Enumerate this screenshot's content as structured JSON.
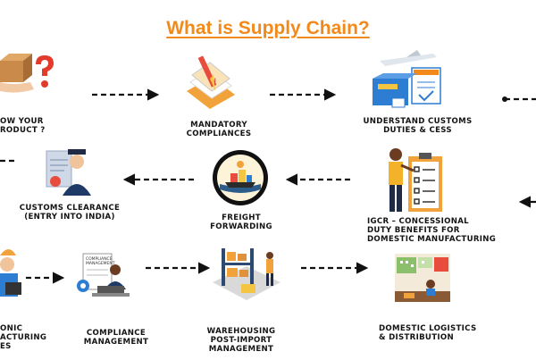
{
  "title": "What is Supply Chain?",
  "steps": [
    {
      "line1": "OW YOUR",
      "line2": "RODUCT ?"
    },
    {
      "line1": "MANDATORY",
      "line2": "COMPLIANCES"
    },
    {
      "line1": "UNDERSTAND CUSTOMS",
      "line2": "DUTIES & CESS"
    },
    {
      "line1": "IGCR – CONCESSIONAL",
      "line2": "DUTY BENEFITS FOR",
      "line3": "DOMESTIC MANUFACTURING"
    },
    {
      "line1": "FREIGHT",
      "line2": "FORWARDING"
    },
    {
      "line1": "CUSTOMS CLEARANCE",
      "line2": "(ENTRY INTO INDIA)"
    },
    {
      "line1": "ONIC",
      "line2": "ACTURING",
      "line3": "ES"
    },
    {
      "line1": "COMPLIANCE",
      "line2": "MANAGEMENT"
    },
    {
      "line1": "WAREHOUSING",
      "line2": "POST-IMPORT",
      "line3": "MANAGEMENT"
    },
    {
      "line1": "DOMESTIC LOGISTICS",
      "line2": "& DISTRIBUTION"
    }
  ],
  "icons": [
    "box-question-icon",
    "notebook-pencil-icon",
    "customs-plane-icon",
    "checklist-person-icon",
    "ship-globe-icon",
    "customs-officer-icon",
    "worker-laptop-icon",
    "compliance-manager-icon",
    "warehouse-icon",
    "logistics-office-icon"
  ],
  "arrow_style": "dashed",
  "accent_color": "#f28a1b"
}
